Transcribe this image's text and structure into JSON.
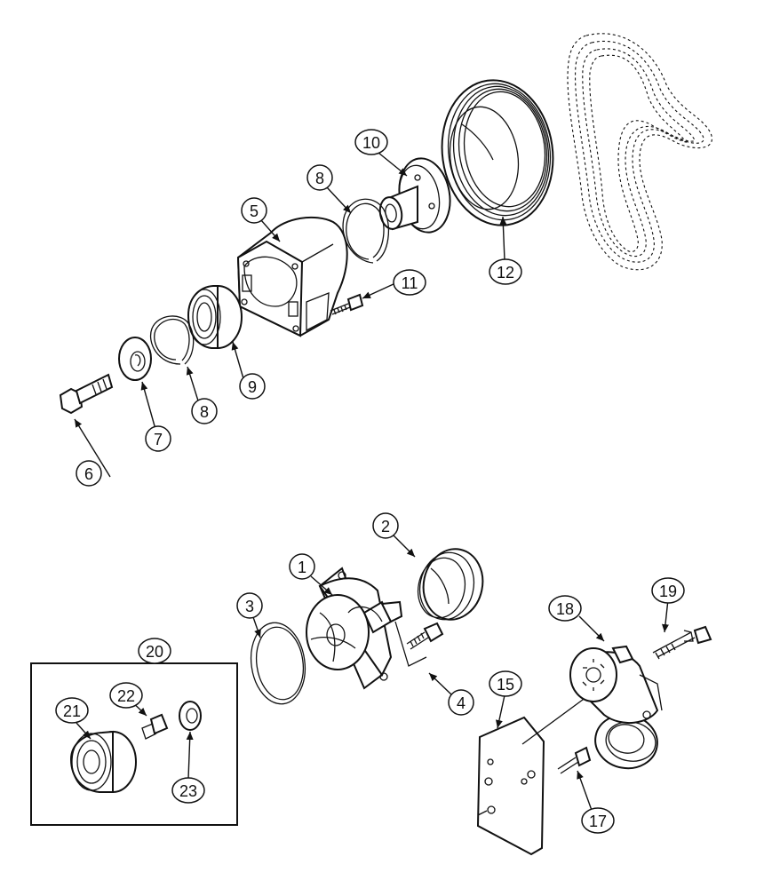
{
  "callouts": {
    "c1": "1",
    "c2": "2",
    "c3": "3",
    "c4": "4",
    "c5": "5",
    "c6": "6",
    "c7": "7",
    "c8a": "8",
    "c8b": "8",
    "c9": "9",
    "c10": "10",
    "c11": "11",
    "c12": "12",
    "c15": "15",
    "c17": "17",
    "c18": "18",
    "c19": "19",
    "c20": "20",
    "c21": "21",
    "c22": "22",
    "c23": "23"
  }
}
